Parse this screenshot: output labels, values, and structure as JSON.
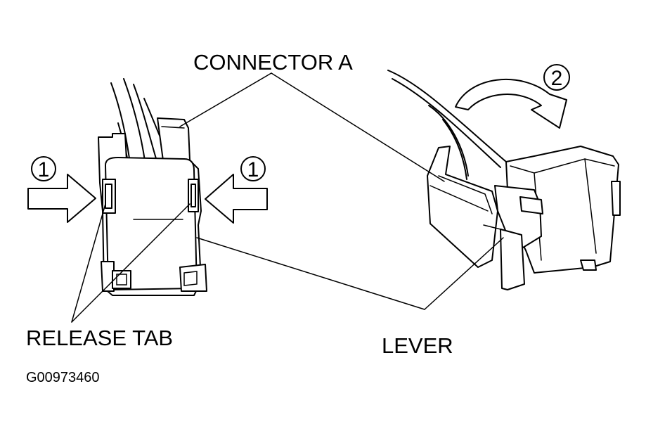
{
  "labels": {
    "connector_a": "CONNECTOR A",
    "release_tab": "RELEASE TAB",
    "lever": "LEVER",
    "figure_id": "G00973460"
  },
  "step_markers": {
    "step_1": "1",
    "step_2": "2"
  }
}
